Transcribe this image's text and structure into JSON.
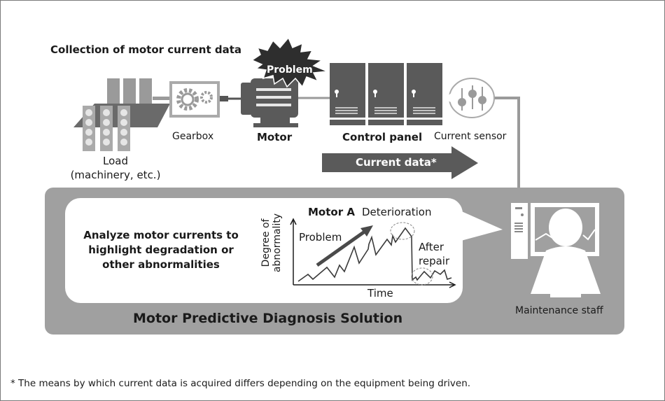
{
  "collection_title": "Collection of motor current data",
  "problem_burst": "Problem",
  "components": {
    "load": {
      "line1": "Load",
      "line2": "(machinery, etc.)"
    },
    "gearbox": "Gearbox",
    "motor": "Motor",
    "control_panel": "Control panel",
    "current_sensor": "Current sensor"
  },
  "arrow_label": "Current data*",
  "solution": {
    "title": "Motor Predictive Diagnosis Solution",
    "analyze_text": "Analyze motor currents to highlight degradation or other abnormalities",
    "graph": {
      "title": "Motor A",
      "ylabel_line1": "Degree of",
      "ylabel_line2": "abnormality",
      "xlabel": "Time",
      "problem_label": "Problem",
      "deterioration_label": "Deterioration",
      "after_label": "After",
      "repair_label": "repair"
    },
    "staff_label": "Maintenance staff"
  },
  "footnote": "* The means by which current data is acquired differs depending on the equipment being driven."
}
